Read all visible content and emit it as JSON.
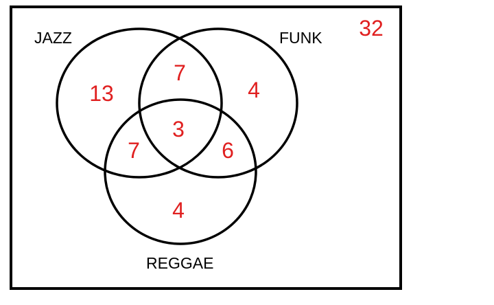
{
  "sets": {
    "jazz": {
      "label": "JAZZ"
    },
    "funk": {
      "label": "FUNK"
    },
    "reggae": {
      "label": "REGGAE"
    }
  },
  "regions": {
    "outside": "32",
    "jazz_only": "13",
    "funk_only": "4",
    "reggae_only": "4",
    "jazz_funk": "7",
    "jazz_reggae": "7",
    "funk_reggae": "6",
    "all_three": "3"
  },
  "colors": {
    "outline": "#000000",
    "numbers": "#e02020"
  }
}
